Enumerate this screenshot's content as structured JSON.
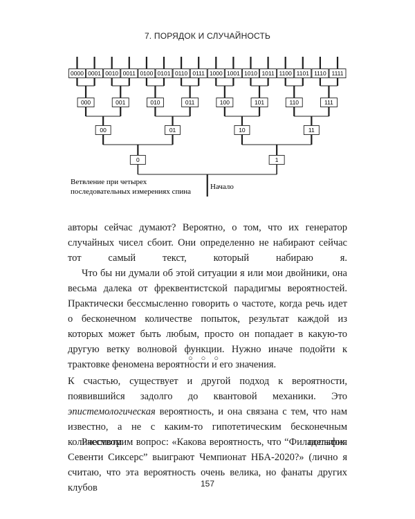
{
  "header": {
    "running_title": "7. ПОРЯДОК И СЛУЧАЙНОСТЬ"
  },
  "diagram": {
    "level4": [
      "0000",
      "0001",
      "0010",
      "0011",
      "0100",
      "0101",
      "0110",
      "0111",
      "1000",
      "1001",
      "1010",
      "1011",
      "1100",
      "1101",
      "1110",
      "1111"
    ],
    "level3": [
      "000",
      "001",
      "010",
      "011",
      "100",
      "101",
      "110",
      "111"
    ],
    "level2": [
      "00",
      "01",
      "10",
      "11"
    ],
    "level1": [
      "0",
      "1"
    ],
    "caption_line1": "Ветвление при четырех",
    "caption_line2": "последовательных измерениях спина",
    "start_label": "Начало"
  },
  "body": {
    "p1": "авторы сейчас думают? Вероятно, о том, что их генератор случайных чисел сбоит. Они определенно не набирают сейчас тот самый текст, который набираю я.",
    "p2": "Что бы ни думали об этой ситуации я или мои двойники, она весьма далека от фреквентистской парадигмы вероятностей. Практически бессмысленно говорить о частоте, когда речь идет о бесконечном количестве попыток, результат каждой из которых может быть любым, просто он попадает в какую-то другую ветку волновой функции. Нужно иначе подойти к трактовке феномена вероятности и его значения.",
    "dinkus": "○○○",
    "p3_before": "К счастью, существует и другой подход к вероятности, появившийся задолго до квантовой механики. Это ",
    "p3_em": "эпистемологическая",
    "p3_after": " вероятность, и она связана с тем, что нам известно, а не с каким-то гипотетическим бесконечным количеством попыток.",
    "p4": "Рассмотрим вопрос: «Какова вероятность, что “Филадельфия Севенти Сиксерс” выиграют Чемпионат НБА-2020?» (лично я считаю, что эта вероятность очень велика, но фанаты других клубов"
  },
  "footer": {
    "page_number": "157"
  }
}
